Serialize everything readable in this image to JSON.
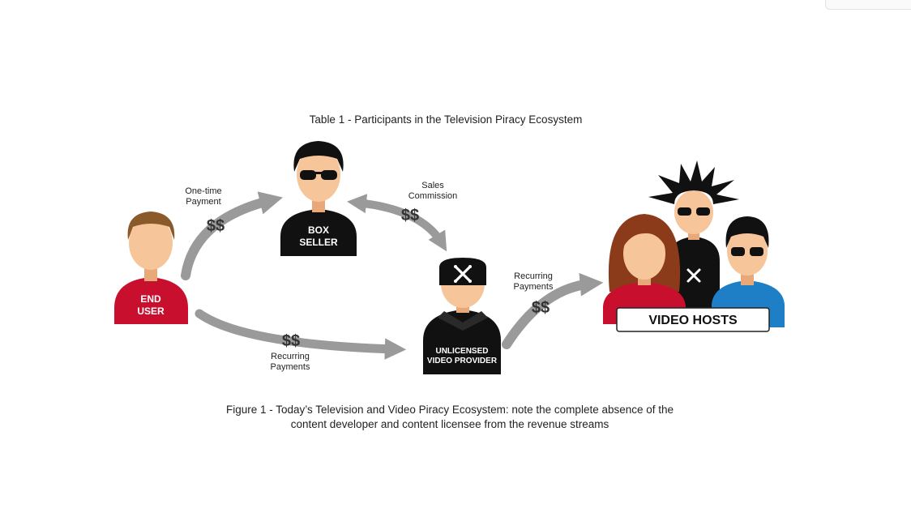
{
  "table_caption": "Table 1 - Participants in the Television Piracy Ecosystem",
  "figure_caption": {
    "line1": "Figure 1 - Today’s Television and Video Piracy Ecosystem: note the complete absence of the",
    "line2": "content developer and content licensee from the revenue streams"
  },
  "participants": {
    "end_user": [
      "END",
      "USER"
    ],
    "box_seller": [
      "BOX",
      "SELLER"
    ],
    "provider": [
      "UNLICENSED",
      "VIDEO PROVIDER"
    ],
    "hosts": "VIDEO HOSTS"
  },
  "flows": {
    "one_time": {
      "line1": "One-time",
      "line2": "Payment",
      "amount": "$$"
    },
    "sales_commission": {
      "line1": "Sales",
      "line2": "Commission",
      "amount": "$$"
    },
    "user_recurring": {
      "line1": "Recurring",
      "line2": "Payments",
      "amount": "$$"
    },
    "provider_recurring": {
      "line1": "Recurring",
      "line2": "Payments",
      "amount": "$$"
    }
  },
  "icons": {
    "pirate_emblem": "crossed-bones-icon",
    "arrow": "curved-arrow"
  },
  "colors": {
    "arrow": "#9a9a9a",
    "red_shirt": "#c8102e",
    "black_shirt": "#111111",
    "blue_shirt": "#1f7fc6",
    "skin": "#f7c59a",
    "brown_hair": "#8b5a2b"
  }
}
